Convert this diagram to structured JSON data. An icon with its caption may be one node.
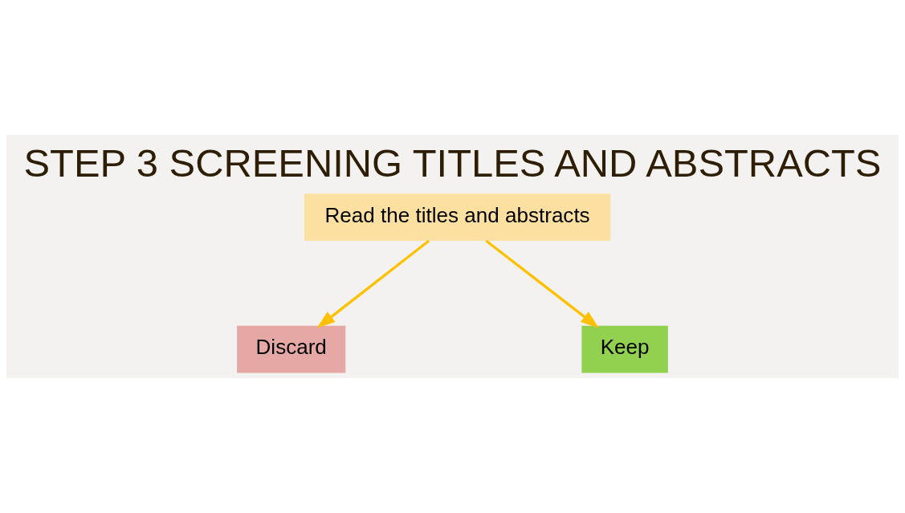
{
  "diagram": {
    "title": "STEP 3 SCREENING TITLES AND ABSTRACTS",
    "nodes": [
      {
        "text": [
          "Read the titles and abstracts"
        ]
      },
      {
        "text": [
          "Discard"
        ]
      },
      {
        "text": [
          "Keep"
        ]
      }
    ],
    "edges": [
      {
        "from": 0,
        "to": 1,
        "arrow": "to"
      },
      {
        "from": 0,
        "to": 2,
        "arrow": "to"
      }
    ]
  }
}
